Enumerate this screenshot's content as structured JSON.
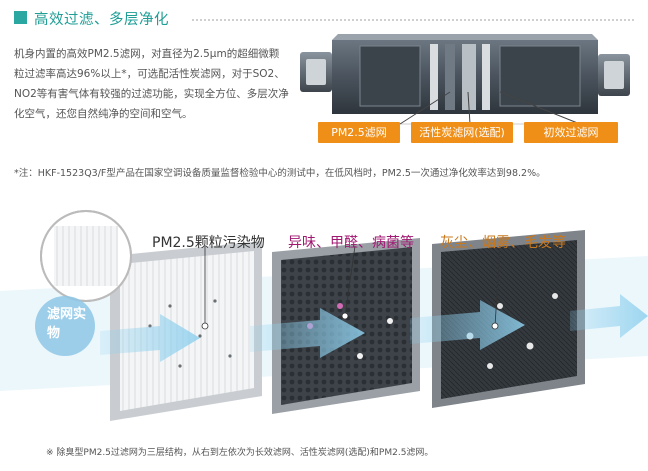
{
  "title": "高效过滤、多层净化",
  "intro": "机身内置的高效PM2.5滤网，对直径为2.5μm的超细微颗粒过滤率高达96%以上*，可选配活性炭滤网，对于SO2、NO2等有害气体有较强的过滤功能，实现全方位、多层次净化空气，还您自然纯净的空间和空气。",
  "device_labels": [
    "PM2.5滤网",
    "活性炭滤网(选配)",
    "初效过滤网"
  ],
  "test_note": "*注：HKF-1523Q3/F型产品在国家空调设备质量监督检验中心的测试中，在低风档时，PM2.5一次通过净化效率达到98.2%。",
  "captions": {
    "pm": "PM2.5颗粒污染物",
    "odor": "异味、甲醛、病菌等",
    "dust": "灰尘、烟雾、毛发等",
    "filter": "滤网实物"
  },
  "bottom_note": "※ 除臭型PM2.5过滤网为三层结构，从右到左依次为长效滤网、活性炭滤网(选配)和PM2.5滤网。",
  "colors": {
    "accent": "#1e9e95",
    "label_bg": "#f08f18",
    "odor_text": "#a01870",
    "dust_text": "#c8781e",
    "arrow": "#8fd0ee"
  }
}
